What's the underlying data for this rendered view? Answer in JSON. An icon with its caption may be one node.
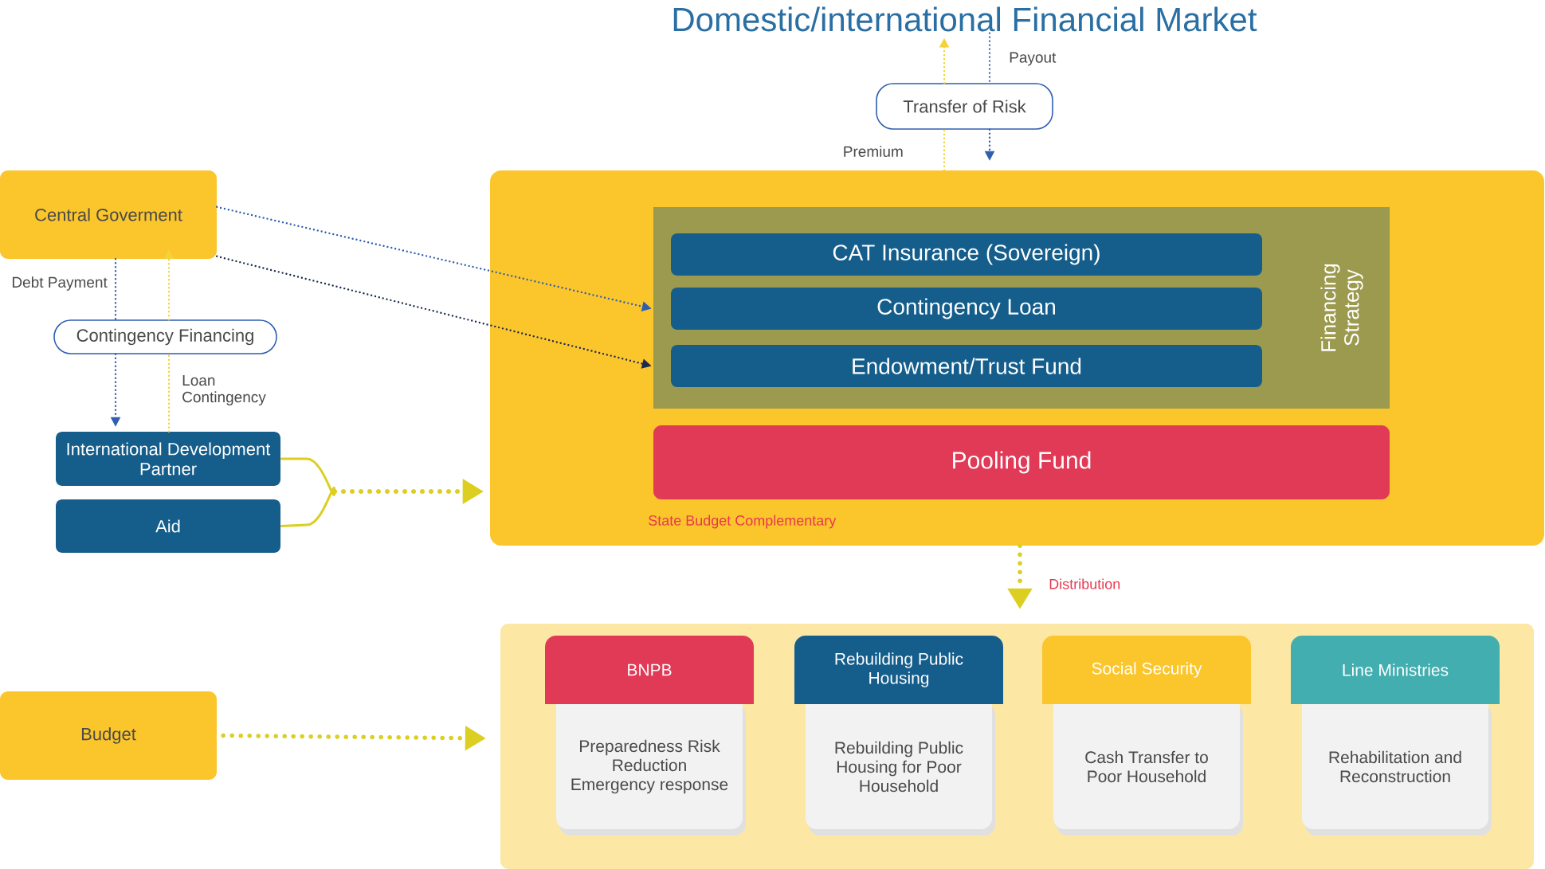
{
  "diagram": {
    "nodes": [
      {
        "text": [
          "Domestic/international Financial Market"
        ]
      },
      {
        "text": [
          "Transfer of Risk"
        ]
      },
      {
        "text": [
          "Central Goverment"
        ]
      },
      {
        "text": [
          "Contingency Financing"
        ]
      },
      {
        "text": [
          "International Development Partner"
        ]
      },
      {
        "text": [
          "Aid"
        ]
      },
      {
        "text": [
          "Budget"
        ]
      },
      {
        "text": [
          "State Budget Complementary"
        ]
      },
      {
        "text": [
          "Financing Strategy"
        ],
        "in": 7
      },
      {
        "text": [
          "CAT Insurance (Sovereign)"
        ],
        "in": 8
      },
      {
        "text": [
          "Contingency Loan"
        ],
        "in": 8
      },
      {
        "text": [
          "Endowment/Trust Fund"
        ],
        "in": 8
      },
      {
        "text": [
          "Pooling Fund"
        ],
        "in": 7
      },
      {
        "text": [],
        "shape": "box"
      },
      {
        "text": [
          "BNPB",
          "Preparedness Risk Reduction Emergency response"
        ],
        "in": 13
      },
      {
        "text": [
          "Rebuilding Public Housing",
          "Rebuilding Public Housing for Poor Household"
        ],
        "in": 13
      },
      {
        "text": [
          "Social Security",
          "Cash Transfer to Poor Household"
        ],
        "in": 13
      },
      {
        "text": [
          "Line Ministries",
          "Rehabilitation and Reconstruction"
        ],
        "in": 13
      }
    ],
    "edges": [
      {
        "from": 7,
        "to": 1,
        "arrow": "none",
        "label": "Premium",
        "color": "#f2d33c"
      },
      {
        "from": 1,
        "to": 0,
        "arrow": "to",
        "color": "#f2d33c"
      },
      {
        "from": 0,
        "to": 1,
        "arrow": "none",
        "label": "Payout"
      },
      {
        "from": 1,
        "to": 7,
        "arrow": "to"
      },
      {
        "from": 2,
        "to": 10,
        "arrow": "to"
      },
      {
        "from": 2,
        "to": 11,
        "arrow": "to",
        "color": "#1c2c50"
      },
      {
        "from": 2,
        "to": 3,
        "arrow": "none",
        "label": "Debt Payment"
      },
      {
        "from": 3,
        "to": 4,
        "arrow": "to"
      },
      {
        "from": 4,
        "to": 3,
        "arrow": "none",
        "label": "Loan Contingency",
        "color": "#f2d33c"
      },
      {
        "from": 3,
        "to": 2,
        "arrow": "to",
        "color": "#f2d33c"
      },
      {
        "from": 4,
        "to": 7,
        "arrow": "to",
        "style": "dashed",
        "color": "#dccf22"
      },
      {
        "from": 5,
        "to": 7,
        "arrow": "to",
        "style": "dashed",
        "color": "#dccf22"
      },
      {
        "from": 6,
        "to": 13,
        "arrow": "to",
        "style": "dashed",
        "color": "#dccf22"
      },
      {
        "from": 7,
        "to": 13,
        "arrow": "to",
        "style": "dashed",
        "color": "#dccf22",
        "label": "Distribution"
      }
    ]
  }
}
